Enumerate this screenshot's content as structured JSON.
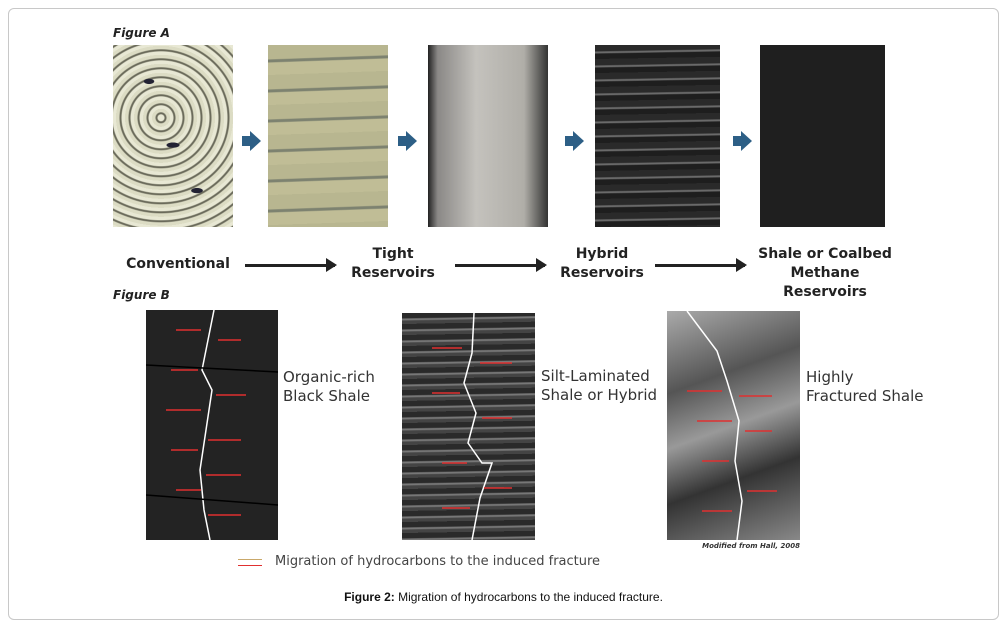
{
  "figure_a": {
    "label": "Figure A",
    "stages": [
      "Conventional",
      "Tight Reservoirs",
      "Hybrid Reservoirs",
      "Shale or Coalbed Methane Reservoirs"
    ]
  },
  "figure_b": {
    "label": "Figure B",
    "panels": [
      "Organic-rich Black Shale",
      "Silt-Laminated Shale or Hybrid",
      "Highly Fractured Shale"
    ],
    "credit": "Modified from Hall, 2008",
    "legend": "Migration of hydrocarbons to the induced fracture"
  },
  "caption": {
    "prefix": "Figure 2:",
    "text": " Migration of hydrocarbons to the induced fracture."
  },
  "colors": {
    "arrow_blue": "#2d5f86",
    "migration_red": "#e03030"
  }
}
